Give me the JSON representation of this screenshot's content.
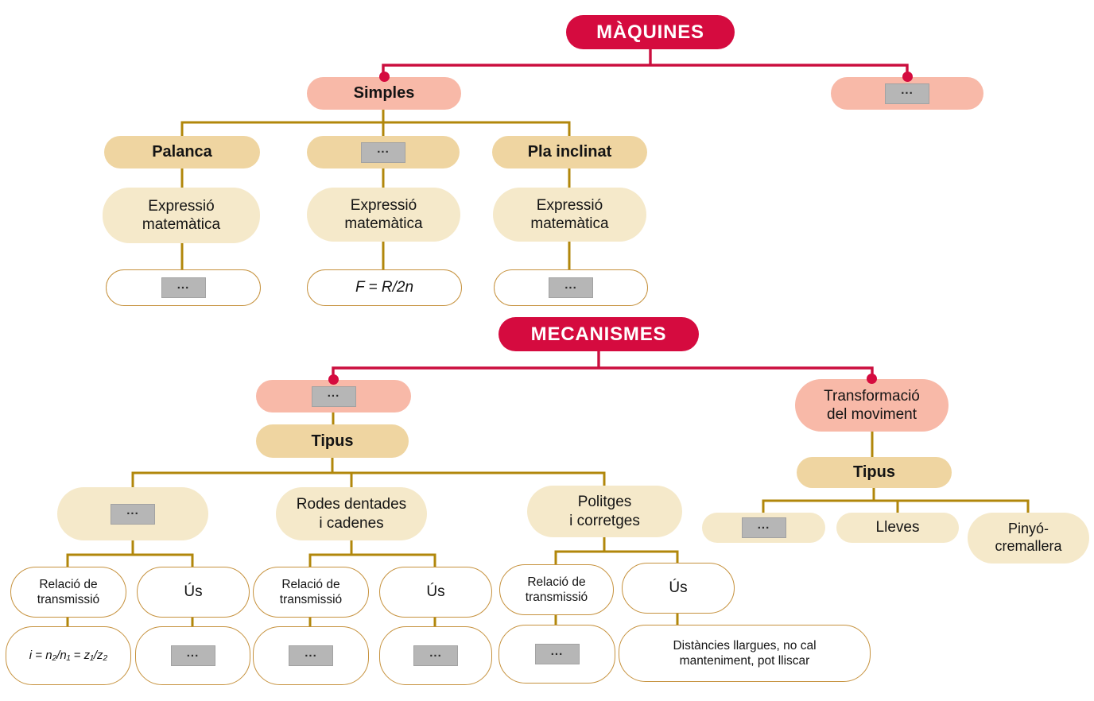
{
  "placeholder": "...",
  "diagram": {
    "maquines_title": "MÀQUINES",
    "mecanismes_title": "MECANISMES"
  },
  "colors": {
    "title_red": "#d50b3f",
    "branch_pink": "#f8b9a8",
    "branch_tan": "#efd5a1",
    "branch_cream": "#f5e9ca",
    "outline_gold": "#c6923e",
    "line_gold": "#b1870b",
    "line_red": "#cb0e3e",
    "blank_gray": "#b6b6b6"
  },
  "nodes": {
    "simples": "Simples",
    "palanca": "Palanca",
    "pla_inclinat": "Pla inclinat",
    "expressio_matematica": "Expressió\nmatemàtica",
    "formula_torn": "F = R/2n",
    "transformacio_moviment": "Transformació\ndel moviment",
    "tipus": "Tipus",
    "rodes_dentades": "Rodes dentades\ni cadenes",
    "politges_corretges": "Politges\ni corretges",
    "lleves": "Lleves",
    "pinyo_cremallera": "Pinyó-\ncremallera",
    "relacio_transmissio": "Relació de\ntransmissió",
    "us": "Ús",
    "formula_relacio": "i = n₂/n₁ = z₁/z₂",
    "distancies": "Distàncies llargues, no cal\nmanteniment, pot lliscar"
  }
}
